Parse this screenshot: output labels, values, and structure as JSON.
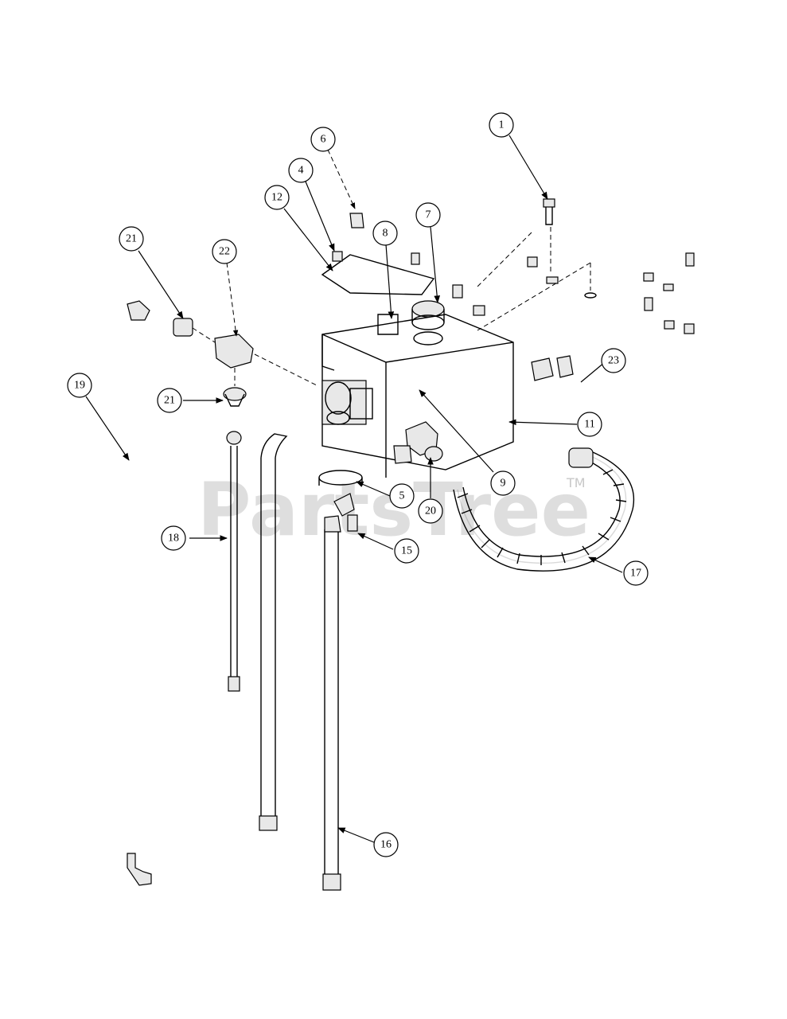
{
  "watermark": {
    "brand": "PartsTree",
    "trademark": "TM"
  },
  "callouts": [
    "1",
    "6",
    "4",
    "12",
    "7",
    "8",
    "21",
    "22",
    "19",
    "21",
    "23",
    "11",
    "9",
    "5",
    "20",
    "18",
    "15",
    "17",
    "16"
  ]
}
